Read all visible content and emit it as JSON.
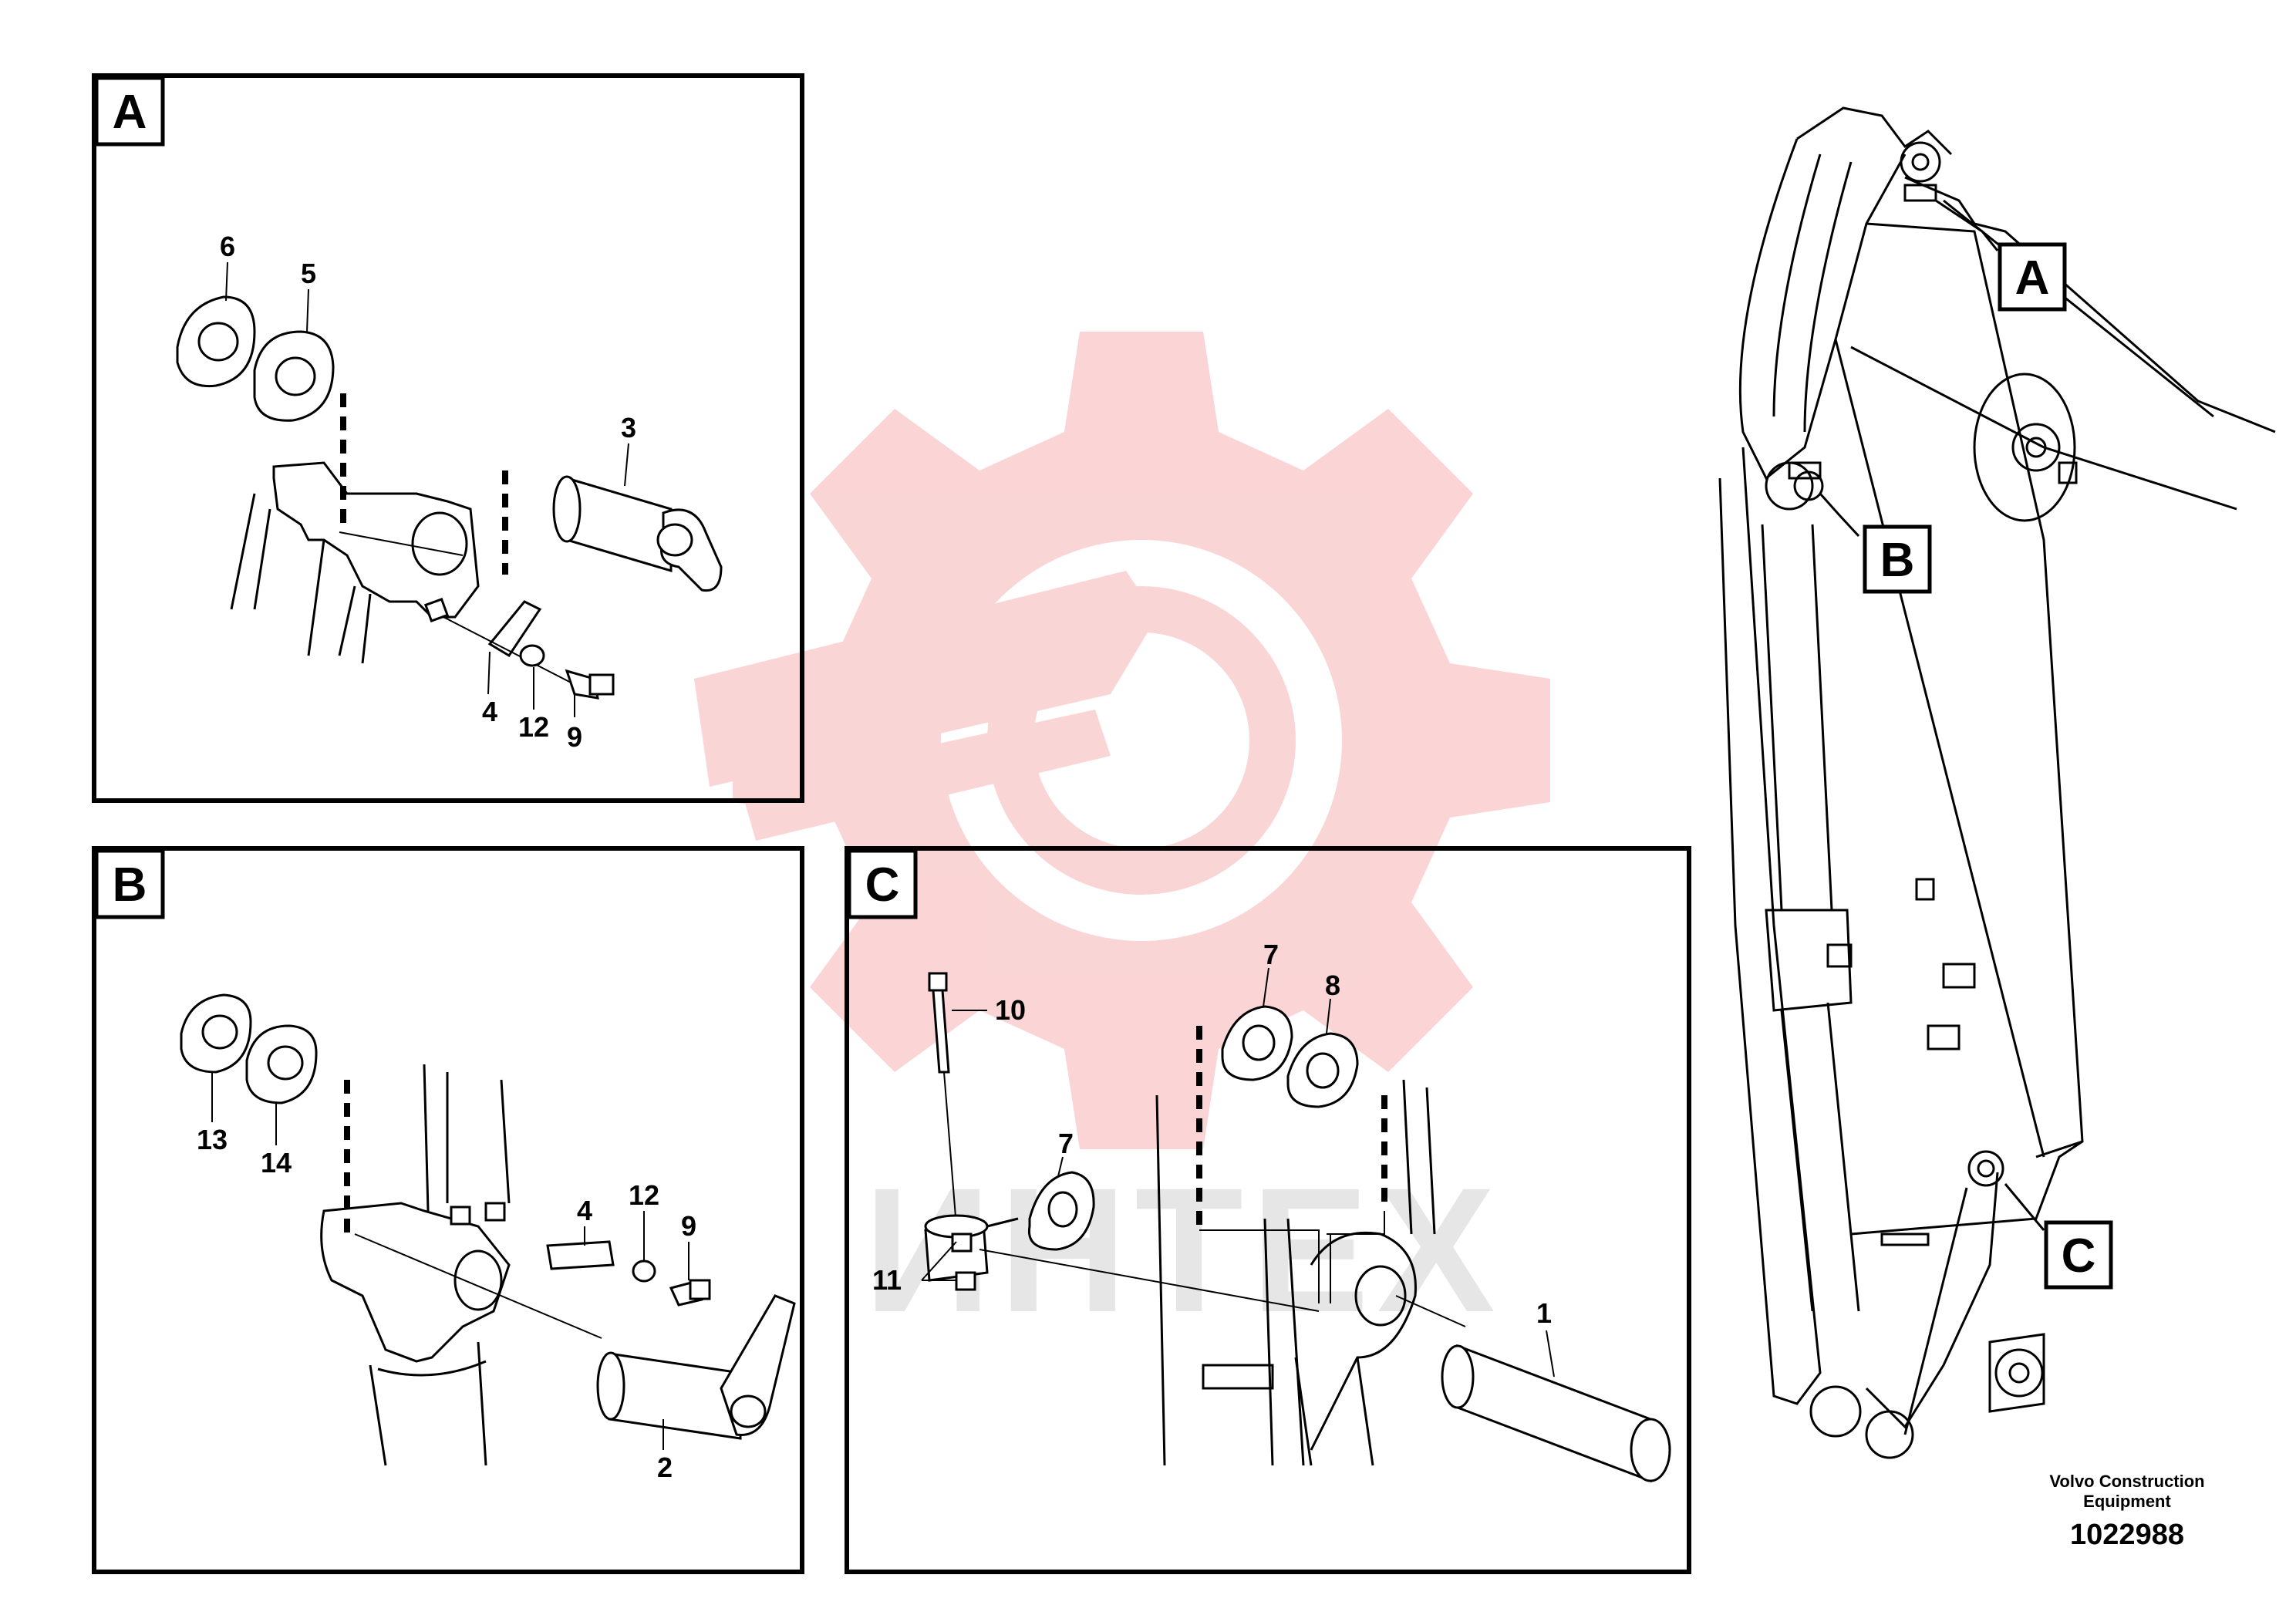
{
  "diagram": {
    "sections": {
      "a": {
        "tag": "A"
      },
      "b": {
        "tag": "B"
      },
      "c": {
        "tag": "C"
      }
    },
    "overview": {
      "callout_a": "A",
      "callout_b": "B",
      "callout_c": "C"
    },
    "callouts": {
      "a": [
        "6",
        "5",
        "3",
        "4",
        "12",
        "9"
      ],
      "b": [
        "13",
        "14",
        "4",
        "12",
        "9",
        "2"
      ],
      "c": [
        "10",
        "7",
        "8",
        "7",
        "11",
        "1"
      ]
    },
    "caption": {
      "line1": "Volvo Construction",
      "line2": "Equipment",
      "number": "1022988"
    },
    "watermark": {
      "text": "ИНТЕХ",
      "color": "#f7b3b3"
    },
    "colors": {
      "line": "#000000",
      "watermark": "#f7b3b3",
      "background": "#ffffff"
    }
  }
}
